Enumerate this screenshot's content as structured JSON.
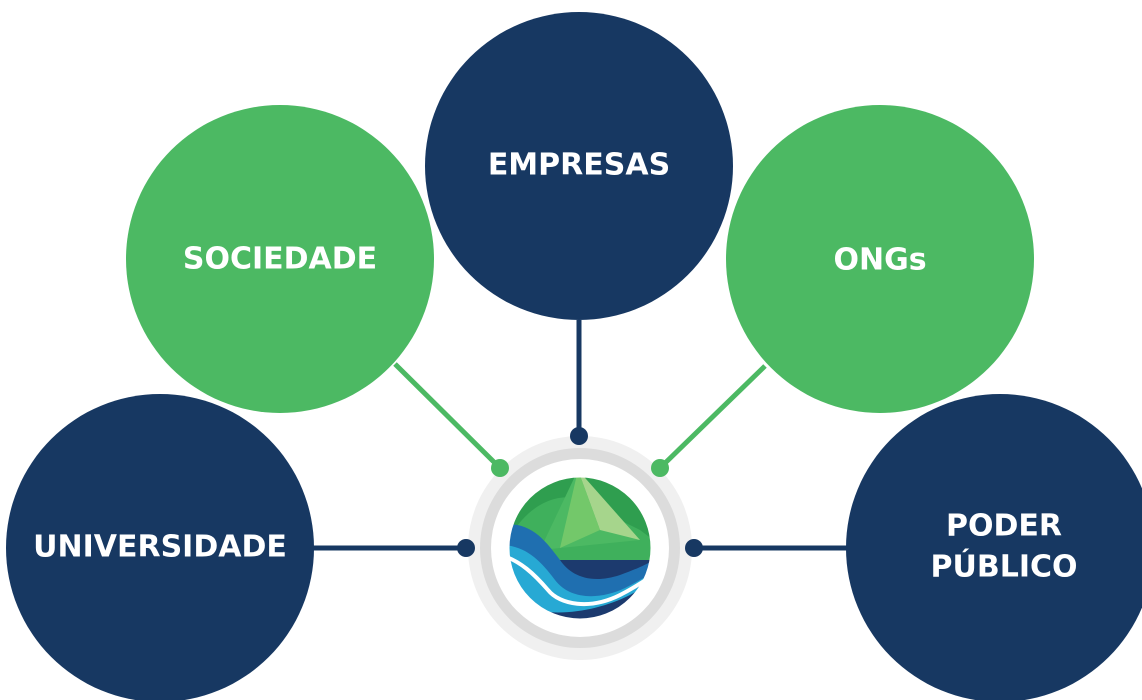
{
  "colors": {
    "navy": "#173862",
    "green": "#4cb963",
    "ring_outer": "#f0f0f0",
    "ring_inner": "#dcdcdc",
    "label": "#ffffff"
  },
  "nodes": {
    "empresas": {
      "label": "EMPRESAS"
    },
    "sociedade": {
      "label": "SOCIEDADE"
    },
    "ongs": {
      "label": "ONGs"
    },
    "universidade": {
      "label": "UNIVERSIDADE"
    },
    "poder_publico": {
      "line1": "PODER",
      "line2": "PÚBLICO"
    }
  },
  "center": {
    "logo_icon": "mountain-water-logo-icon"
  }
}
